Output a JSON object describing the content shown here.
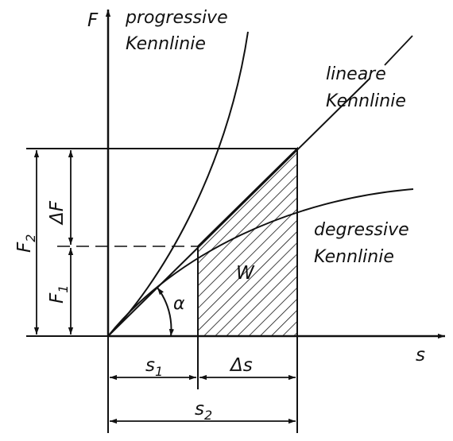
{
  "axes": {
    "y_label": "F",
    "x_label": "s"
  },
  "curves": {
    "progressive": {
      "line1": "progressive",
      "line2": "Kennlinie"
    },
    "linear": {
      "line1": "lineare",
      "line2": "Kennlinie"
    },
    "degressive": {
      "line1": "degressive",
      "line2": "Kennlinie"
    }
  },
  "quantities": {
    "F1": "F",
    "F1_sub": "1",
    "F2": "F",
    "F2_sub": "2",
    "delta_F": "ΔF",
    "s1": "s",
    "s1_sub": "1",
    "s2": "s",
    "s2_sub": "2",
    "delta_s": "Δs",
    "work": "W",
    "angle": "α"
  }
}
